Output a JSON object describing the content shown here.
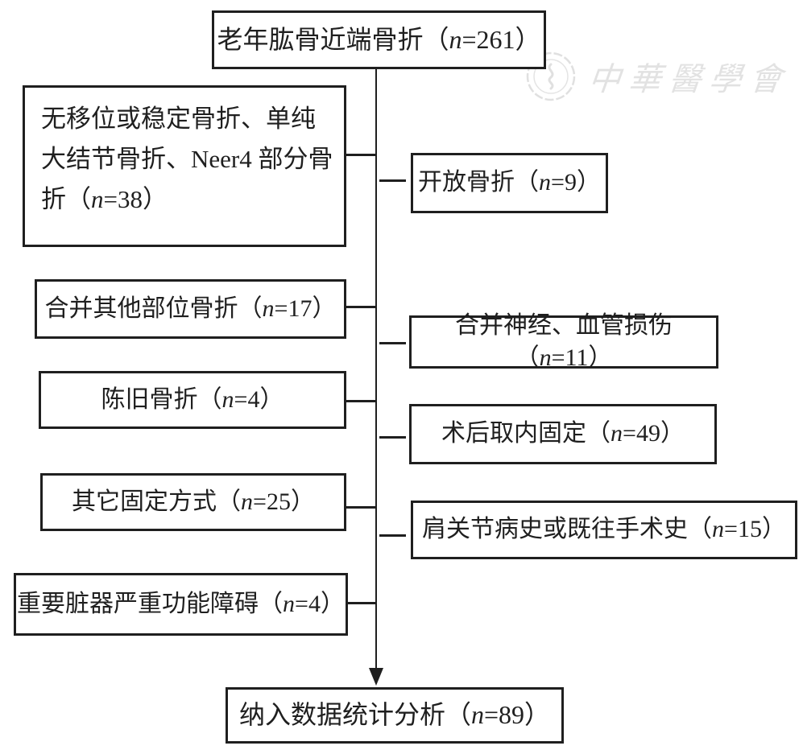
{
  "figure": {
    "background_color": "#ffffff",
    "ink_color": "#1f1f1f",
    "watermark_color": "#e2e2e2"
  },
  "watermark": {
    "text": "中華醫學會"
  },
  "nodes": {
    "top": {
      "pre": "老年肱骨近端骨折（",
      "var": "n",
      "post": "=261）"
    },
    "left1": {
      "pre": "无移位或稳定骨折、单纯\n大结节骨折、Neer4 部分骨\n折（",
      "var": "n",
      "post": "=38）"
    },
    "left2": {
      "pre": "合并其他部位骨折（",
      "var": "n",
      "post": "=17）"
    },
    "left3": {
      "pre": "陈旧骨折（",
      "var": "n",
      "post": "=4）"
    },
    "left4": {
      "pre": "其它固定方式（",
      "var": "n",
      "post": "=25）"
    },
    "left5": {
      "pre": "重要脏器严重功能障碍（",
      "var": "n",
      "post": "=4）"
    },
    "right1": {
      "pre": "开放骨折（",
      "var": "n",
      "post": "=9）"
    },
    "right2": {
      "pre": "合并神经、血管损伤（",
      "var": "n",
      "post": "=11）"
    },
    "right3": {
      "pre": "术后取内固定（",
      "var": "n",
      "post": "=49）"
    },
    "right4": {
      "pre": "肩关节病史或既往手术史（",
      "var": "n",
      "post": "=15）"
    },
    "bottom": {
      "pre": "纳入数据统计分析（",
      "var": "n",
      "post": "=89）"
    }
  }
}
